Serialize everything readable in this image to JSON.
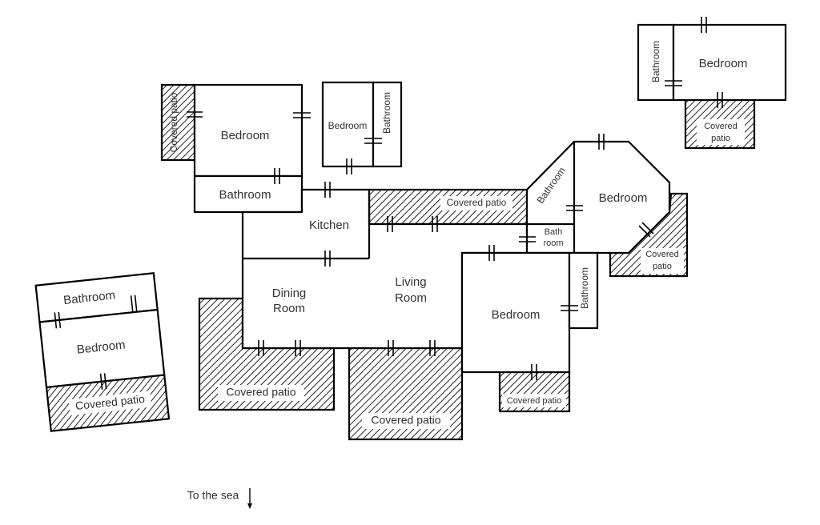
{
  "labels": {
    "bedroom_main_nw": "Bedroom",
    "bathroom_nw": "Bathroom",
    "covered_patio_nw": "Covered patio",
    "bedroom_small": "Bedroom",
    "bathroom_small": "Bathroom",
    "kitchen": "Kitchen",
    "dining_room_1": "Dining",
    "dining_room_2": "Room",
    "living_room_1": "Living",
    "living_room_2": "Room",
    "covered_patio_kitchen": "Covered patio",
    "bathroom_oct": "Bathroom",
    "bedroom_oct": "Bedroom",
    "bath_room_1": "Bath",
    "bath_room_2": "room",
    "covered_patio_oct_1": "Covered",
    "covered_patio_oct_2": "patio",
    "bedroom_se": "Bedroom",
    "bathroom_se": "Bathroom",
    "covered_patio_se": "Covered patio",
    "covered_patio_dining": "Covered patio",
    "covered_patio_living": "Covered patio",
    "bathroom_ne": "Bathroom",
    "bedroom_ne": "Bedroom",
    "covered_patio_ne_1": "Covered",
    "covered_patio_ne_2": "patio",
    "bathroom_w": "Bathroom",
    "bedroom_w": "Bedroom",
    "covered_patio_w": "Covered patio",
    "to_the_sea": "To the sea"
  }
}
